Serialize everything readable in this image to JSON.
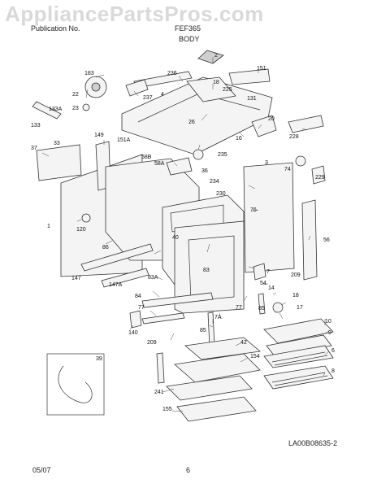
{
  "watermark": "AppliancePartsPros.com",
  "header": {
    "left_text": "Publication No.",
    "model_text": "FEF365",
    "section_title": "BODY"
  },
  "footer": {
    "date": "05/07",
    "page_number": "6",
    "drawing_code": "LA00B08635-2"
  },
  "callouts": {
    "c2": "2",
    "c151": "151",
    "c236": "236",
    "c18": "18",
    "c225": "225",
    "c183": "183",
    "c22": "22",
    "c237": "237",
    "c4": "4",
    "c131": "131",
    "c23": "23",
    "c133A": "133A",
    "c133": "133",
    "c20": "20",
    "c228": "228",
    "c26": "26",
    "c16": "16",
    "c149": "149",
    "c37": "37",
    "c33": "33",
    "c151A": "151A",
    "c235": "235",
    "c58B": "58B",
    "c58A": "58A",
    "c74": "74",
    "c229": "229",
    "c36": "36",
    "c234": "234",
    "c3": "3",
    "c230": "230",
    "c1": "1",
    "c76": "76",
    "c120": "120",
    "c40": "40",
    "c86": "86",
    "c56": "56",
    "c147": "147",
    "c209a": "209",
    "c83": "83",
    "c7": "7",
    "c147A": "147A",
    "c54": "54",
    "c14": "14",
    "c83A": "83A",
    "c18b": "18",
    "c84": "84",
    "c77a": "77",
    "c85a": "85",
    "c17": "17",
    "c77b": "77",
    "c7A": "7A",
    "c10": "10",
    "c140": "140",
    "c85b": "85",
    "c9": "9",
    "c209b": "209",
    "c42": "42",
    "c39": "39",
    "c154": "154",
    "c6": "6",
    "c8": "8",
    "c241": "241",
    "c155": "155"
  }
}
